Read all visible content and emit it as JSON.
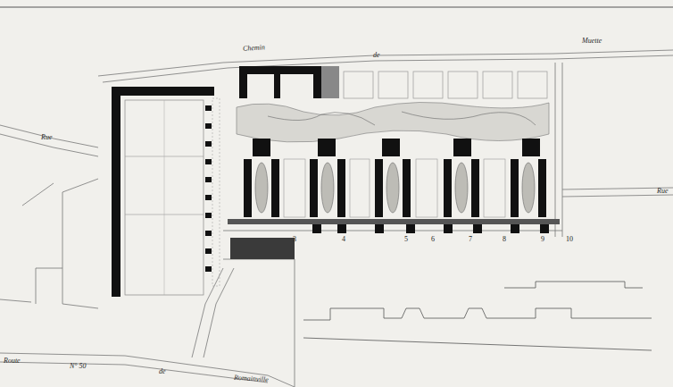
{
  "diagram": {
    "labels": [
      "Chemin",
      "de",
      "Muette",
      "Rue",
      "Rue",
      "Route",
      "N° 50",
      "de",
      "Romainville",
      "3",
      "4",
      "5",
      "6",
      "7",
      "8",
      "9",
      "10"
    ]
  }
}
